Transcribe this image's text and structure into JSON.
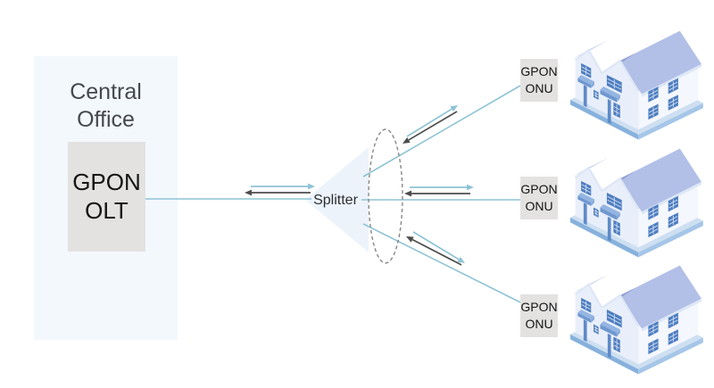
{
  "central_office": {
    "label": "Central Office",
    "device_label": "GPON OLT"
  },
  "splitter": {
    "label": "Splitter"
  },
  "onus": [
    {
      "label": "GPON ONU"
    },
    {
      "label": "GPON ONU"
    },
    {
      "label": "GPON ONU"
    }
  ],
  "colors": {
    "fiber_line": "#8ec3d6",
    "downstream_arrow": "#8ec3d6",
    "upstream_arrow": "#4d4d4d",
    "central_office_panel": "#f3f8fd",
    "device_box": "#e3e2e1",
    "splitter_cone": "#edf3fa",
    "splitter_ellipse_stroke": "#888888",
    "house_roof": "#b2bfe7",
    "house_wall": "#e9effa"
  }
}
